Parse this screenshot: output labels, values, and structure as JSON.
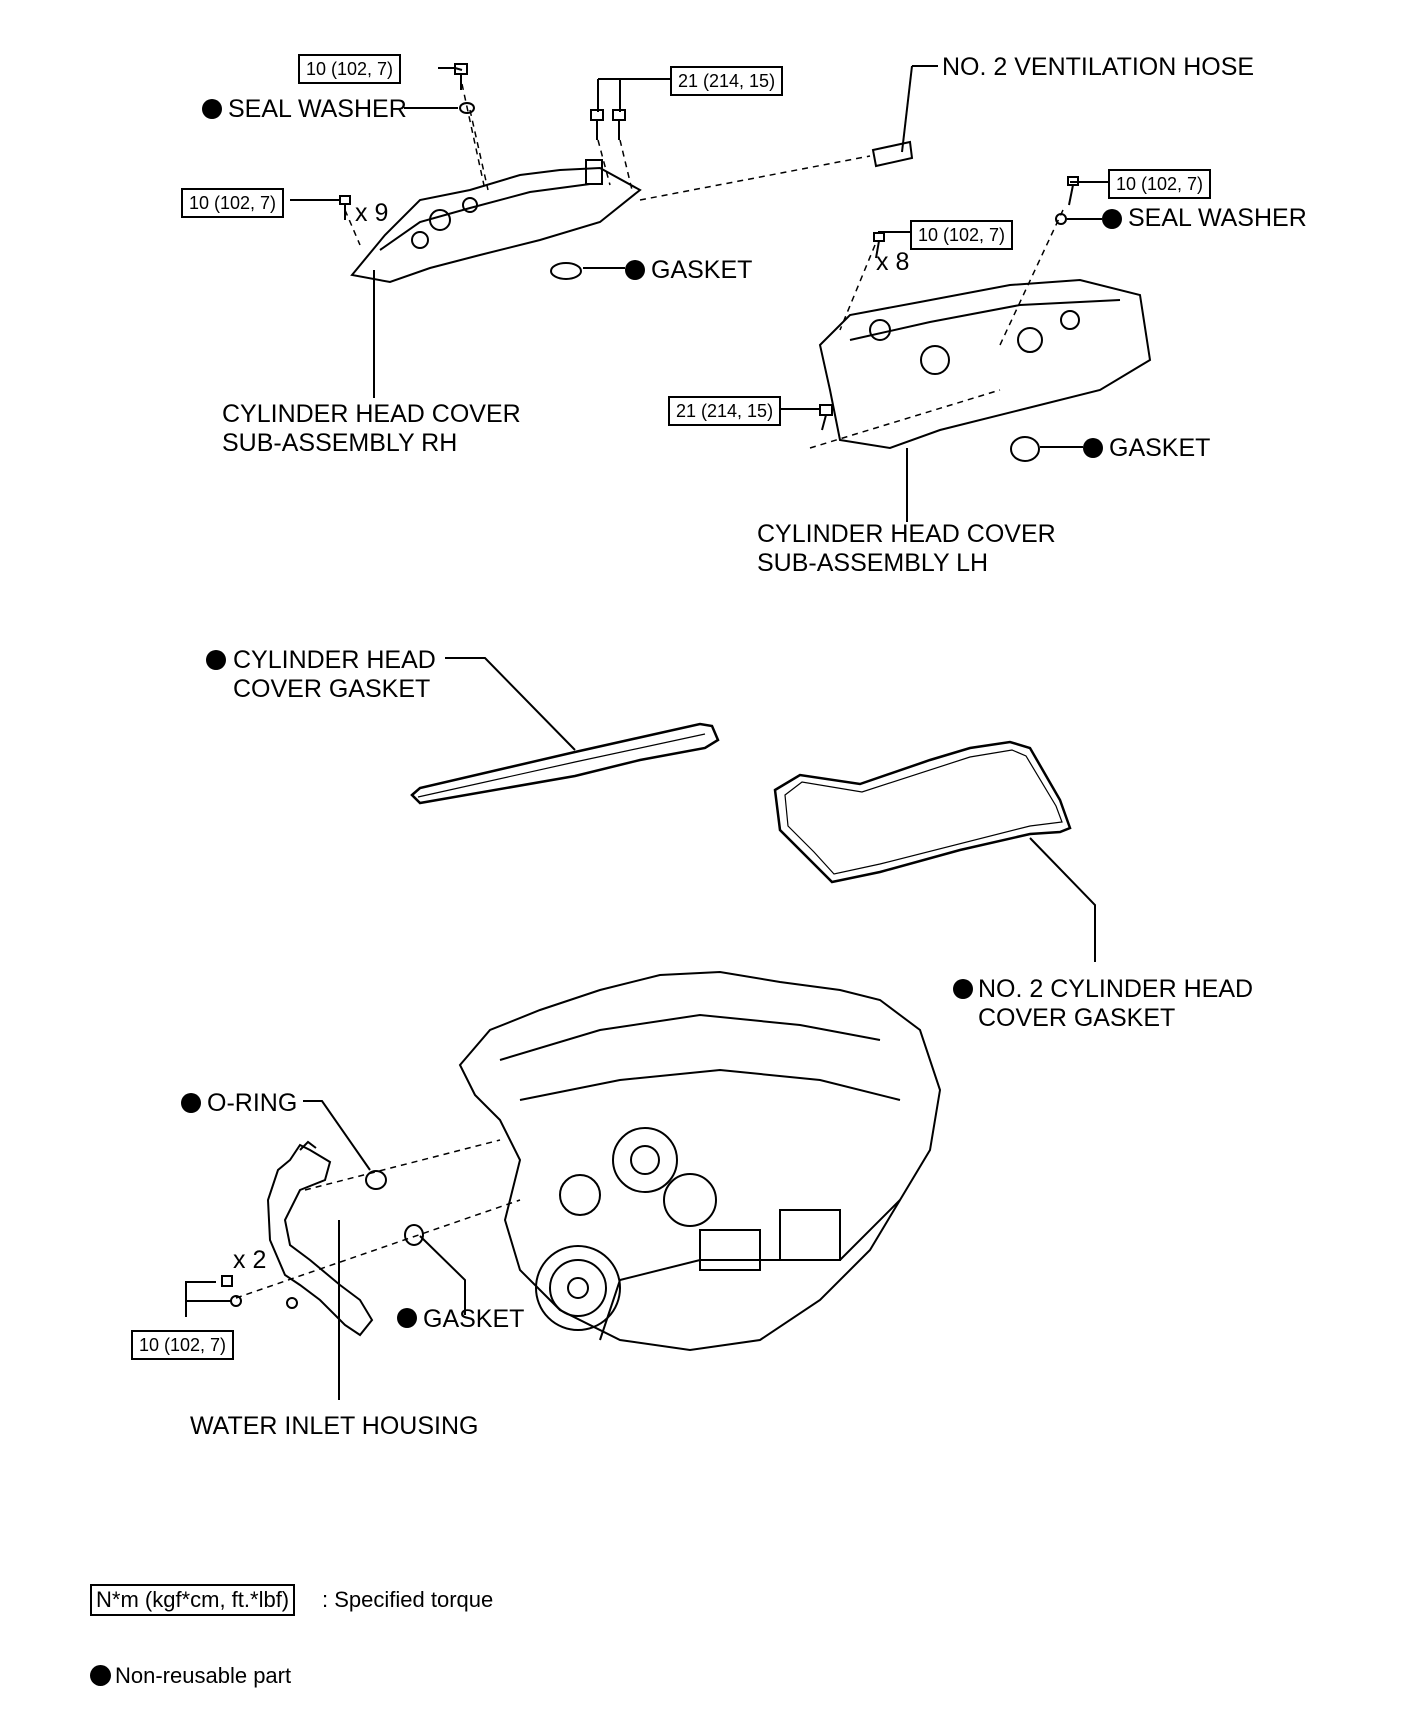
{
  "torque": {
    "t10": "10 (102, 7)",
    "t21": "21 (214, 15)"
  },
  "quantities": {
    "x9": "x 9",
    "x8": "x 8",
    "x2": "x 2"
  },
  "labels": {
    "seal_washer": "SEAL WASHER",
    "ventilation_hose": "NO. 2 VENTILATION HOSE",
    "gasket": "GASKET",
    "rh_cover_line1": "CYLINDER HEAD COVER",
    "rh_cover_line2": "SUB-ASSEMBLY RH",
    "lh_cover_line1": "CYLINDER HEAD COVER",
    "lh_cover_line2": "SUB-ASSEMBLY LH",
    "head_cover_gasket_line1": "CYLINDER HEAD",
    "head_cover_gasket_line2": "COVER GASKET",
    "no2_gasket_line1": "NO. 2 CYLINDER HEAD",
    "no2_gasket_line2": "COVER GASKET",
    "o_ring": "O-RING",
    "water_inlet": "WATER INLET HOUSING"
  },
  "legend": {
    "torque_unit": "N*m (kgf*cm, ft.*lbf)",
    "torque_desc": ": Specified torque",
    "nonreusable_desc": "Non-reusable part"
  }
}
